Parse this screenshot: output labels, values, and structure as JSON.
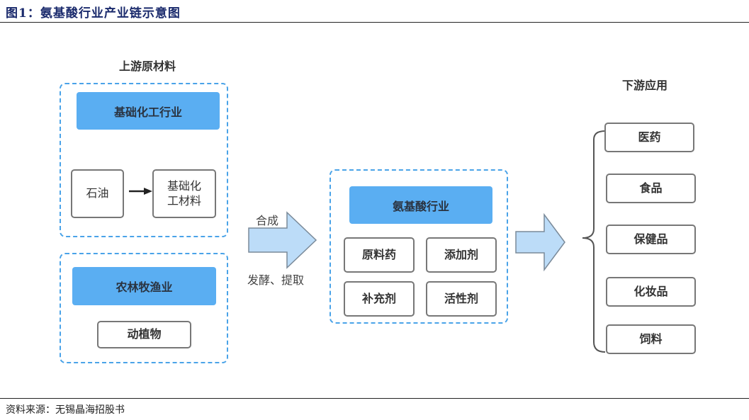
{
  "figure": {
    "title": "图1：氨基酸行业产业链示意图",
    "source": "资料来源：无锡晶海招股书"
  },
  "upstream": {
    "label": "上游原材料",
    "groups": [
      {
        "header": "基础化工行业",
        "flow": {
          "from": "石油",
          "to_line1": "基础化",
          "to_line2": "工材料"
        }
      },
      {
        "header": "农林牧渔业",
        "item": "动植物"
      }
    ]
  },
  "process": {
    "top": "合成",
    "bottom": "发酵、提取"
  },
  "midstream": {
    "header": "氨基酸行业",
    "items": [
      "原料药",
      "添加剂",
      "补充剂",
      "活性剂"
    ]
  },
  "downstream": {
    "label": "下游应用",
    "items": [
      "医药",
      "食品",
      "保健品",
      "化妆品",
      "饲料"
    ]
  },
  "colors": {
    "dashed_border": "#4aa3e8",
    "header_fill": "#5aaef2",
    "arrow_fill": "#bcdcf8",
    "title_color": "#1a2a6c"
  }
}
